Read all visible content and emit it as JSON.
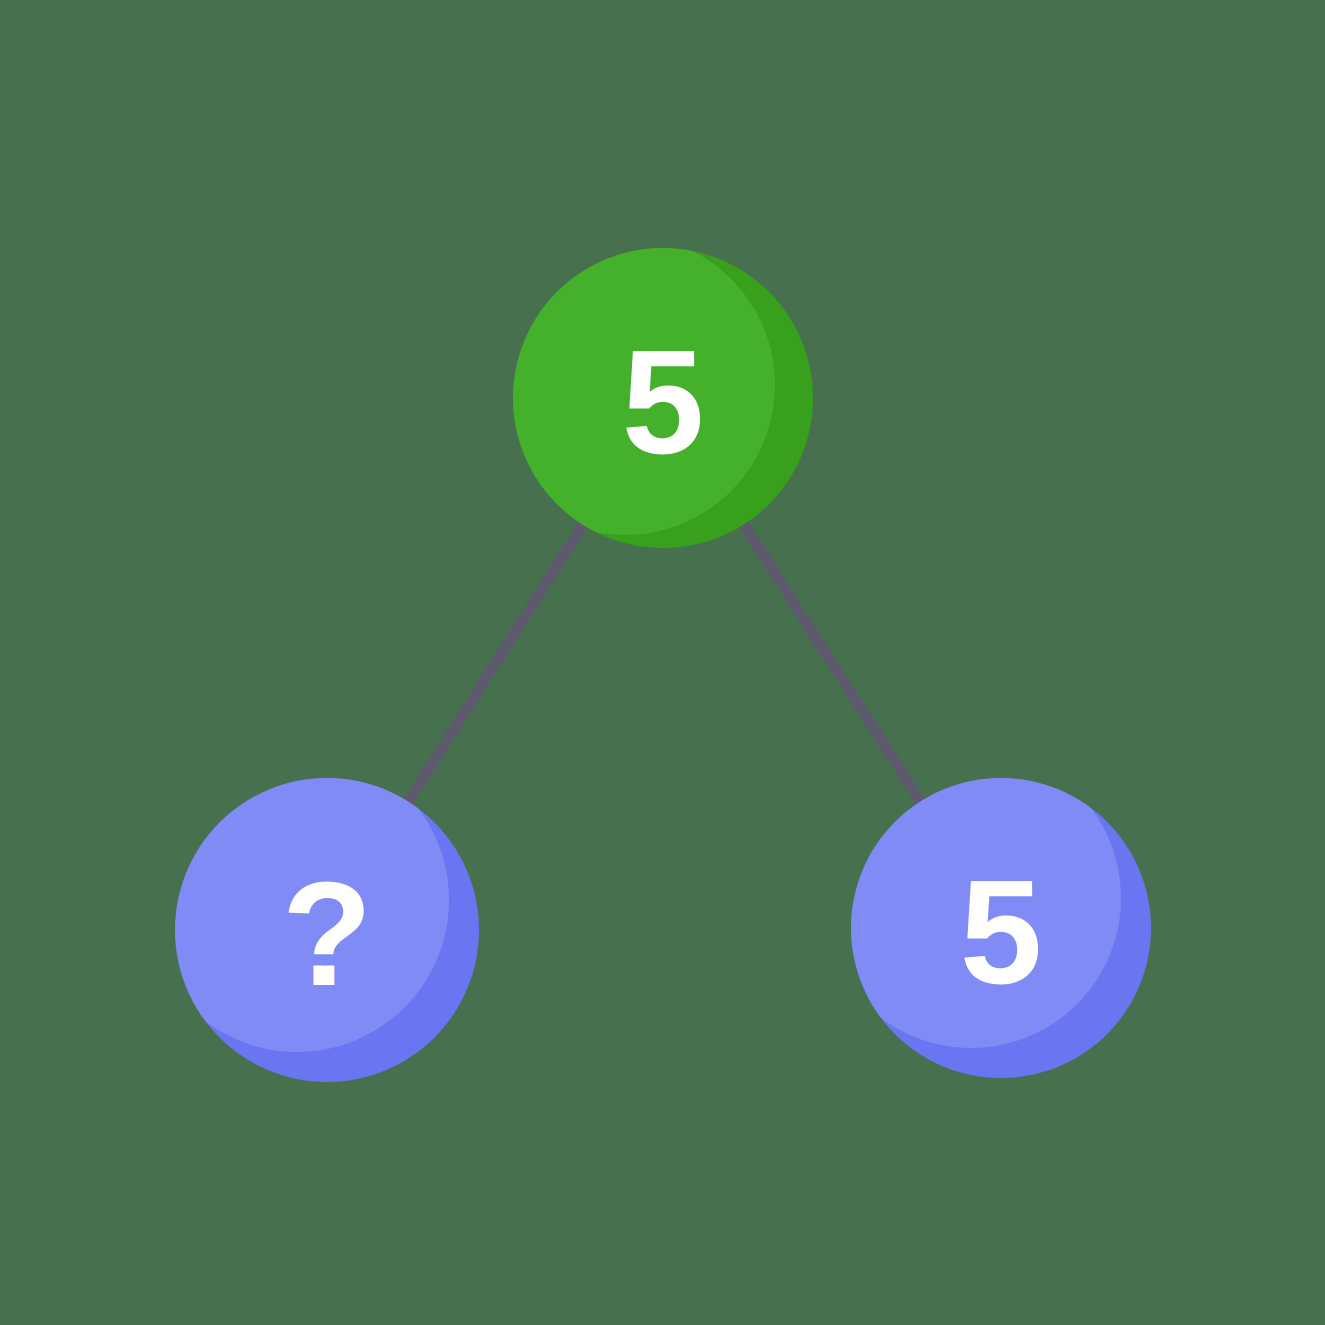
{
  "diagram": {
    "kind": "number-bond-tree",
    "root": {
      "label": "5"
    },
    "children": [
      {
        "label": "?"
      },
      {
        "label": "5"
      }
    ]
  },
  "colors": {
    "background": "#47714E",
    "edge": "#5E5A6E",
    "green_light": "#45B02C",
    "green_dark": "#38A01C",
    "blue_light": "#818BF6",
    "blue_dark": "#6A75F2",
    "text": "#FFFFFF"
  }
}
